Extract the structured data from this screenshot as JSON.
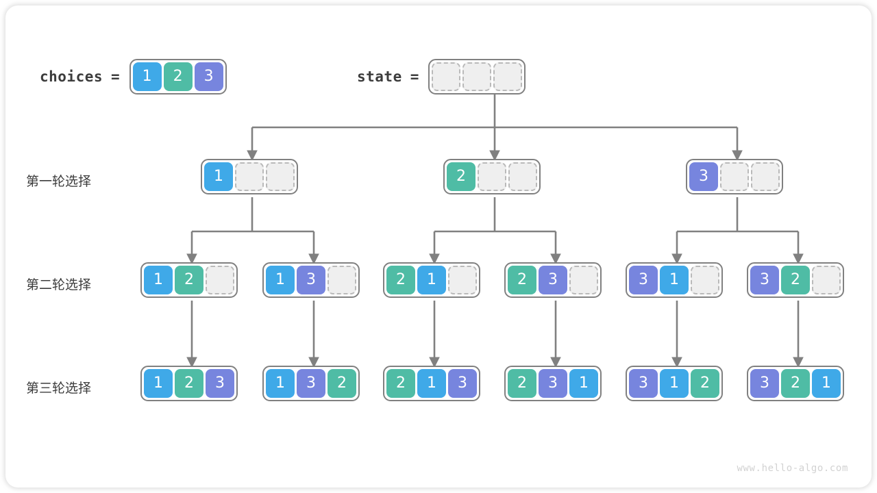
{
  "meta": {
    "watermark": "www.hello-algo.com",
    "background": "#ffffff"
  },
  "palette": {
    "one": "#3FA9E8",
    "two": "#4FBCA5",
    "three": "#7785DE",
    "empty_fill": "#efefef",
    "empty_border": "#b9b9b9",
    "node_border": "#808080",
    "connector": "#808080",
    "text": "#3c3c3c",
    "watermark": "#d2d2d2"
  },
  "header": {
    "choices": {
      "label": "choices",
      "equals": "=",
      "cells": [
        "1",
        "2",
        "3"
      ]
    },
    "state": {
      "label": "state",
      "equals": "=",
      "cells": [
        "",
        "",
        ""
      ]
    }
  },
  "rows": [
    {
      "label": "第一轮选择"
    },
    {
      "label": "第二轮选择"
    },
    {
      "label": "第三轮选择"
    }
  ],
  "tree": {
    "round1": [
      {
        "cells": [
          "1",
          "",
          ""
        ]
      },
      {
        "cells": [
          "2",
          "",
          ""
        ]
      },
      {
        "cells": [
          "3",
          "",
          ""
        ]
      }
    ],
    "round2": [
      {
        "cells": [
          "1",
          "2",
          ""
        ]
      },
      {
        "cells": [
          "1",
          "3",
          ""
        ]
      },
      {
        "cells": [
          "2",
          "1",
          ""
        ]
      },
      {
        "cells": [
          "2",
          "3",
          ""
        ]
      },
      {
        "cells": [
          "3",
          "1",
          ""
        ]
      },
      {
        "cells": [
          "3",
          "2",
          ""
        ]
      }
    ],
    "round3": [
      {
        "cells": [
          "1",
          "2",
          "3"
        ]
      },
      {
        "cells": [
          "1",
          "3",
          "2"
        ]
      },
      {
        "cells": [
          "2",
          "1",
          "3"
        ]
      },
      {
        "cells": [
          "2",
          "3",
          "1"
        ]
      },
      {
        "cells": [
          "3",
          "1",
          "2"
        ]
      },
      {
        "cells": [
          "3",
          "2",
          "1"
        ]
      }
    ]
  }
}
